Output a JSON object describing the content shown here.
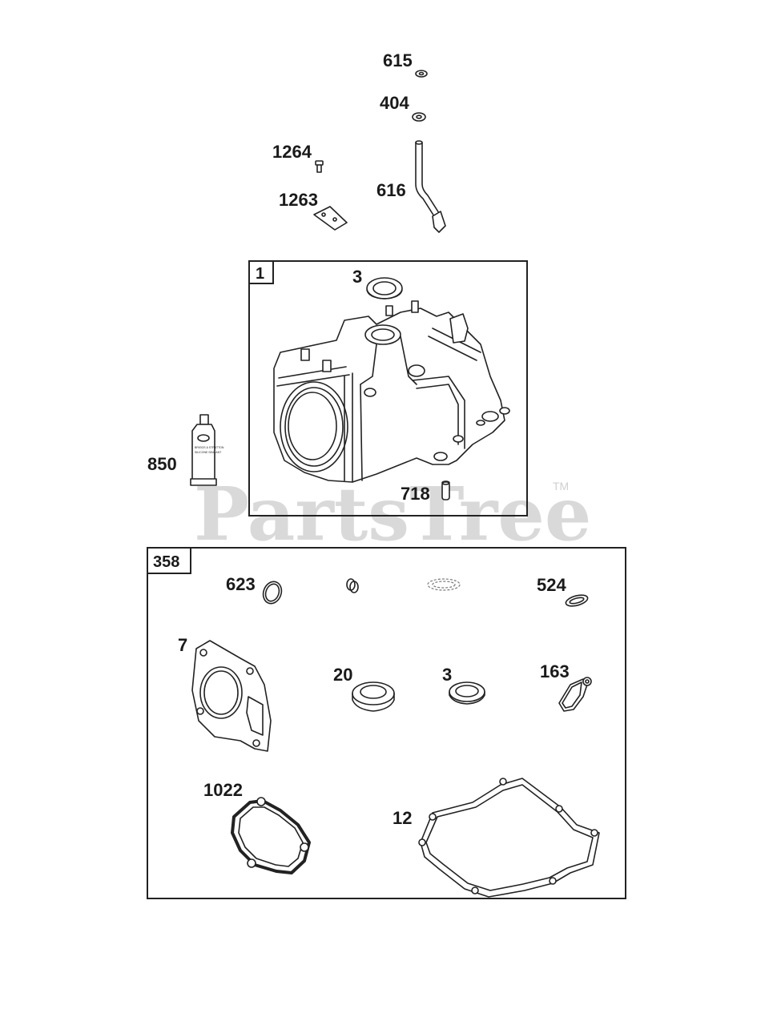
{
  "watermark": {
    "text": "PartsTree",
    "trademark": "TM"
  },
  "boxes": {
    "engine_block": {
      "label": "1"
    },
    "gasket_set": {
      "label": "358"
    }
  },
  "callouts": {
    "c615": "615",
    "c404": "404",
    "c1264": "1264",
    "c1263": "1263",
    "c616": "616",
    "c3_top": "3",
    "c850": "850",
    "c718": "718",
    "c623": "623",
    "c524": "524",
    "c7": "7",
    "c20": "20",
    "c3_kit": "3",
    "c163": "163",
    "c1022": "1022",
    "c12": "12"
  },
  "sealant_tube": {
    "brand": "BRIGGS & STRATTON",
    "product": "SILICONE SEALANT"
  }
}
